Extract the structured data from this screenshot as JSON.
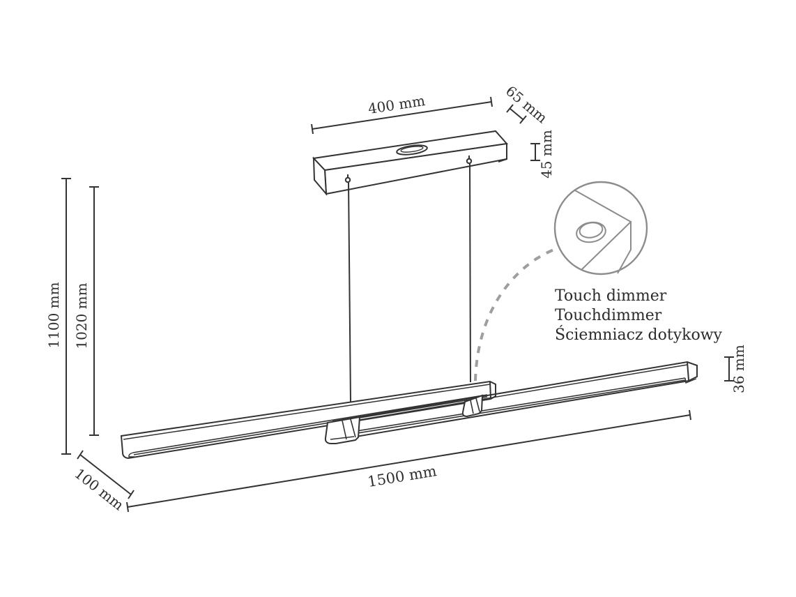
{
  "figure": {
    "description": "Technical dimension drawing of a linear pendant lamp with ceiling canopy, two suspension cables, sliding double light bar and touch dimmer detail",
    "background_color": "#ffffff",
    "line_color": "#333333",
    "detail_color": "#8c8c8c",
    "dash_color": "#9e9e9e"
  },
  "dimensions": {
    "canopy_length": "400 mm",
    "canopy_depth": "65 mm",
    "canopy_height": "45 mm",
    "overall_height": "1100 mm",
    "suspension_height": "1020 mm",
    "bar_height": "36 mm",
    "bar_depth": "100 mm",
    "bar_length": "1500 mm"
  },
  "callout": {
    "lines": [
      "Touch dimmer",
      "Touchdimmer",
      "Ściemniacz dotykowy"
    ]
  }
}
